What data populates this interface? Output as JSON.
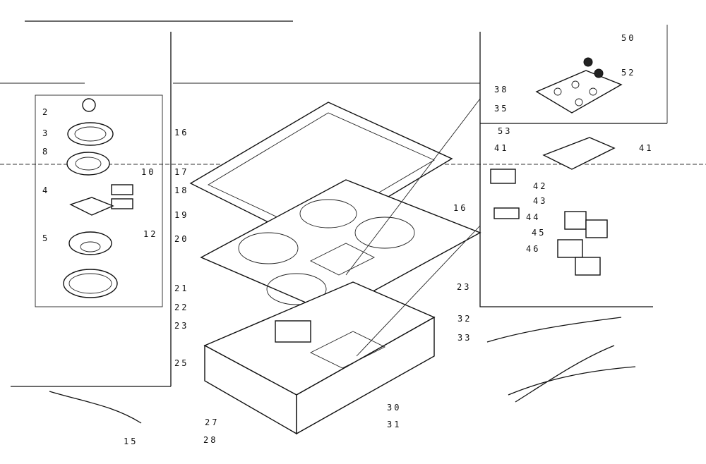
{
  "diagram": {
    "labels": {
      "l2": "2",
      "l3": "3",
      "l8": "8",
      "l10": "10",
      "l4": "4",
      "l5": "5",
      "l12": "12",
      "l16a": "16",
      "l17": "17",
      "l18": "18",
      "l19": "19",
      "l20": "20",
      "l16b": "16",
      "l21": "21",
      "l22": "22",
      "l23a": "23",
      "l23b": "23",
      "l25": "25",
      "l27": "27",
      "l28": "28",
      "l30": "30",
      "l31": "31",
      "l15": "15",
      "l32": "32",
      "l33": "33",
      "l50": "50",
      "l52": "52",
      "l38": "38",
      "l35": "35",
      "l53": "53",
      "l41a": "41",
      "l41b": "41",
      "l42": "42",
      "l43": "43",
      "l44": "44",
      "l45": "45",
      "l46": "46"
    },
    "icons": [
      "burner-assembly",
      "cooktop-frame",
      "cooktop-box",
      "control-panel",
      "switch-assembly",
      "wire-harness"
    ]
  }
}
